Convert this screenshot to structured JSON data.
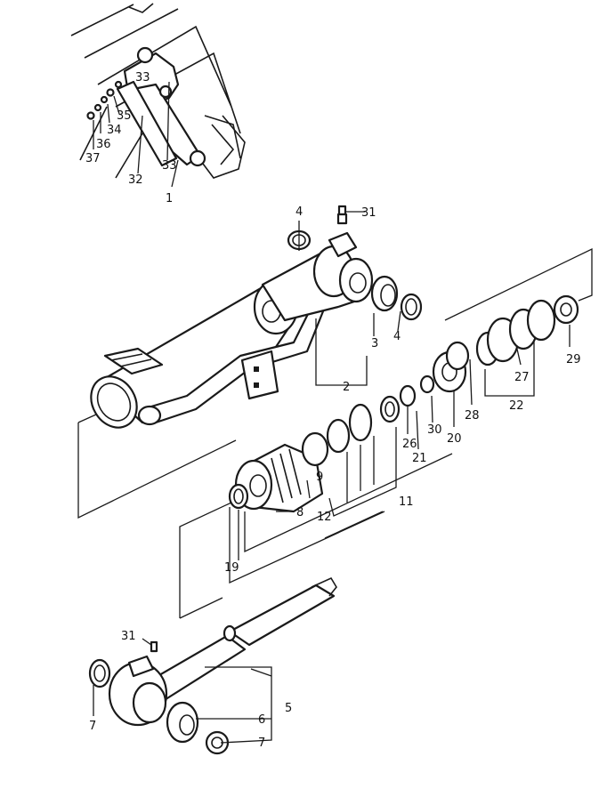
{
  "diagram": {
    "kind": "exploded parts view",
    "line_color": "#1a1a1a",
    "background": "#ffffff"
  },
  "callouts": {
    "c1": "1",
    "c2": "2",
    "c3": "3",
    "c4a": "4",
    "c4b": "4",
    "c5": "5",
    "c6": "6",
    "c7a": "7",
    "c7b": "7",
    "c8": "8",
    "c9": "9",
    "c11": "11",
    "c12": "12",
    "c19": "19",
    "c20": "20",
    "c21": "21",
    "c22": "22",
    "c26": "26",
    "c27": "27",
    "c28": "28",
    "c29": "29",
    "c30": "30",
    "c31a": "31",
    "c31b": "31",
    "c32": "32",
    "c33a": "33",
    "c33b": "33",
    "c34": "34",
    "c35": "35",
    "c36": "36",
    "c37": "37"
  }
}
